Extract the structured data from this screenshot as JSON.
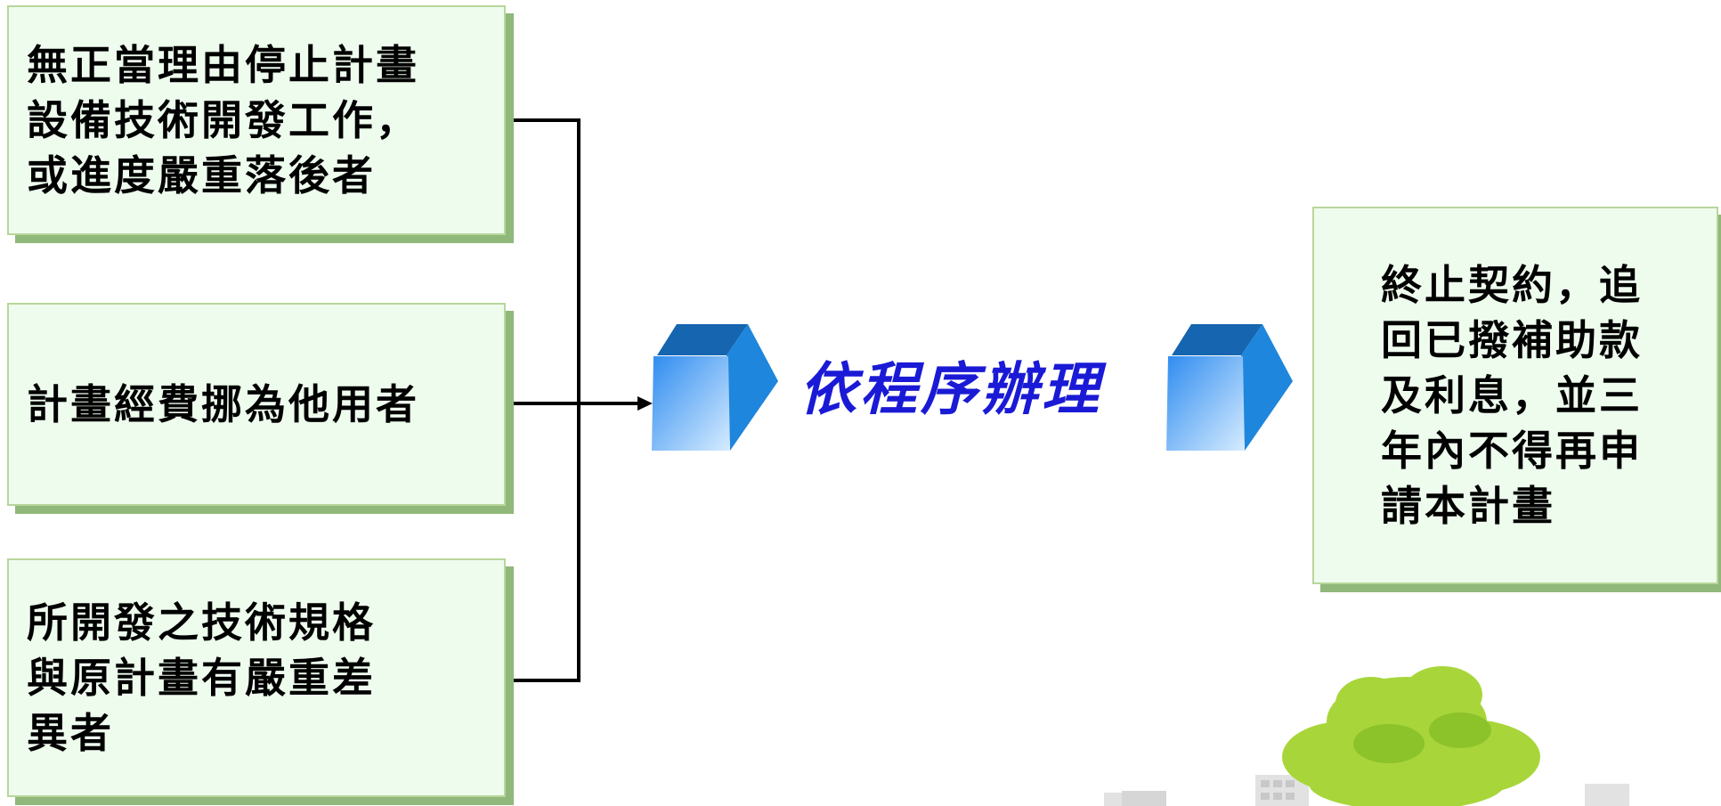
{
  "conditions": [
    {
      "text": "無正當理由停止計畫\n設備技術開發工作，\n或進度嚴重落後者"
    },
    {
      "text": "計畫經費挪為他用者"
    },
    {
      "text": "所開發之技術規格\n與原計畫有嚴重差\n異者"
    }
  ],
  "process": {
    "label": "依程序辦理"
  },
  "result": {
    "text": "終止契約，追\n回已撥補助款\n及利息，並三\n年內不得再申\n請本計畫"
  },
  "colors": {
    "box_fill": "#eefcee",
    "box_border": "#b8d69a",
    "box_shadow": "#8fb87a",
    "label_blue": "#1a1ad6",
    "cube_blue": "#1e78c8"
  },
  "icons": [
    "cube-icon",
    "arrow-head-icon",
    "tree-illustration",
    "building-illustration"
  ]
}
